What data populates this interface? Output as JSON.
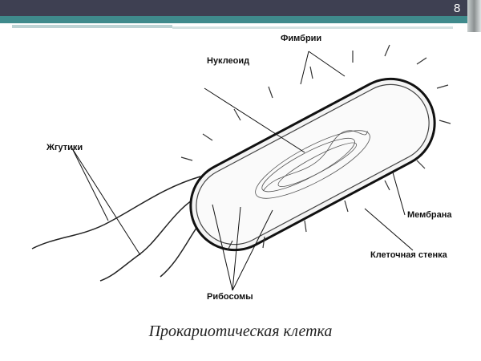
{
  "slide": {
    "page_number": "8",
    "caption": "Прокариотическая клетка"
  },
  "diagram": {
    "labels": {
      "fimbrii": "Фимбрии",
      "nucleoid": "Нуклеоид",
      "flagella": "Жгутики",
      "membrane": "Мембрана",
      "cell_wall": "Клеточная стенка",
      "ribosomes": "Рибосомы"
    }
  }
}
